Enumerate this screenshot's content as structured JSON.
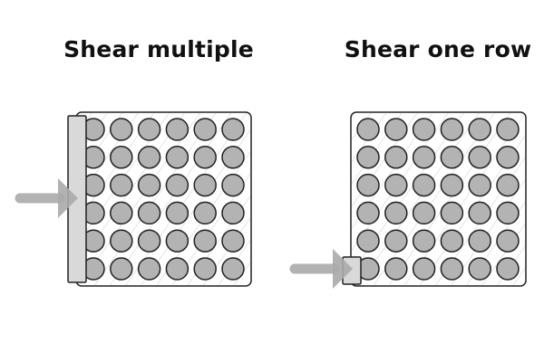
{
  "panels": [
    {
      "title": "Shear multiple",
      "rows": 6,
      "cols": 6,
      "plate": "full-height"
    },
    {
      "title": "Shear one row",
      "rows": 6,
      "cols": 6,
      "plate": "bottom-row"
    }
  ],
  "colors": {
    "circle": "#b3b3b3",
    "plate": "#d9d9d9",
    "arrow": "#aaaaaa",
    "outline": "#222222",
    "hatch": "#dddddd"
  }
}
